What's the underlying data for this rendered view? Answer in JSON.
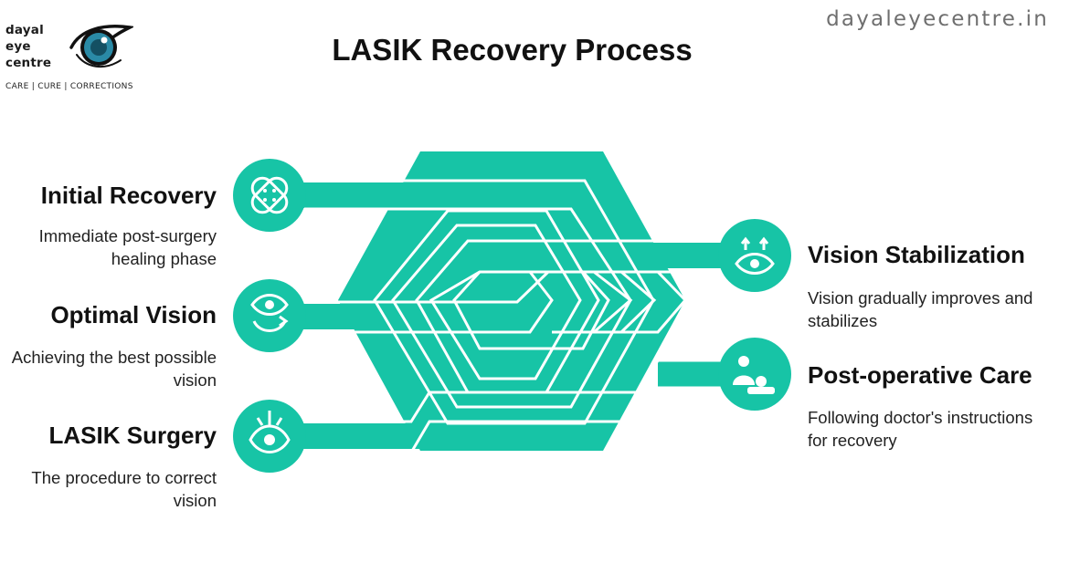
{
  "logo": {
    "line1": "dayal",
    "line2": "eye",
    "line3": "centre",
    "tagline": "CARE  |  CURE  |  CORRECTIONS"
  },
  "site": "dayaleyecentre.in",
  "title": "LASIK Recovery Process",
  "colors": {
    "accent": "#17c4a6",
    "text": "#111111",
    "logo_eye": "#2a8aa6"
  },
  "stages": {
    "initial_recovery": {
      "title": "Initial Recovery",
      "desc1": "Immediate post-surgery",
      "desc2": "healing phase",
      "icon": "bandage-icon"
    },
    "optimal_vision": {
      "title": "Optimal Vision",
      "desc1": "Achieving the best possible",
      "desc2": "vision",
      "icon": "eye-rotate-icon"
    },
    "lasik_surgery": {
      "title": "LASIK Surgery",
      "desc1": "The procedure to correct",
      "desc2": "vision",
      "icon": "laser-eye-icon"
    },
    "vision_stabilization": {
      "title": "Vision Stabilization",
      "desc1": "Vision gradually improves and",
      "desc2": "stabilizes",
      "icon": "eye-improve-icon"
    },
    "post_operative_care": {
      "title": "Post-operative Care",
      "desc1": "Following doctor's instructions",
      "desc2": "for recovery",
      "icon": "doctor-patient-icon"
    }
  }
}
